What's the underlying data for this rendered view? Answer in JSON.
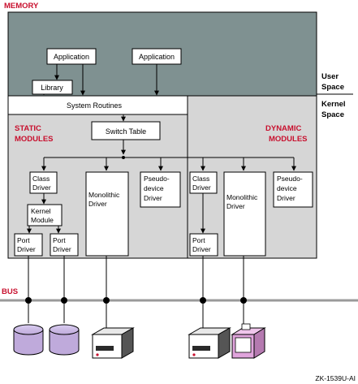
{
  "memory_label": "MEMORY",
  "user_space": [
    "User",
    "Space"
  ],
  "kernel_space": [
    "Kernel",
    "Space"
  ],
  "static_modules": [
    "STATIC",
    "MODULES"
  ],
  "dynamic_modules": [
    "DYNAMIC",
    "MODULES"
  ],
  "application_1": "Application",
  "application_2": "Application",
  "library": "Library",
  "system_routines": "System Routines",
  "switch_table": "Switch Table",
  "static": {
    "class_driver": [
      "Class",
      "Driver"
    ],
    "kernel_module": [
      "Kernel",
      "Module"
    ],
    "port_driver_1": [
      "Port",
      "Driver"
    ],
    "port_driver_2": [
      "Port",
      "Driver"
    ],
    "monolithic_driver": [
      "Monolithic",
      "Driver"
    ],
    "pseudo_device_driver": [
      "Pseudo-",
      "device",
      "Driver"
    ]
  },
  "dynamic": {
    "class_driver": [
      "Class",
      "Driver"
    ],
    "port_driver": [
      "Port",
      "Driver"
    ],
    "monolithic_driver": [
      "Monolithic",
      "Driver"
    ],
    "pseudo_device_driver": [
      "Pseudo-",
      "device",
      "Driver"
    ]
  },
  "bus_label": "BUS",
  "figure_id": "ZK-1539U-AI",
  "colors": {
    "accent_red": "#c8102e",
    "user_space_fill": "#7f9191",
    "kernel_space_fill": "#d6d6d6",
    "bus_gray": "#9a9a9a",
    "disk_purple": "#bfaadb",
    "terminal_pink": "#e0a4dc"
  }
}
